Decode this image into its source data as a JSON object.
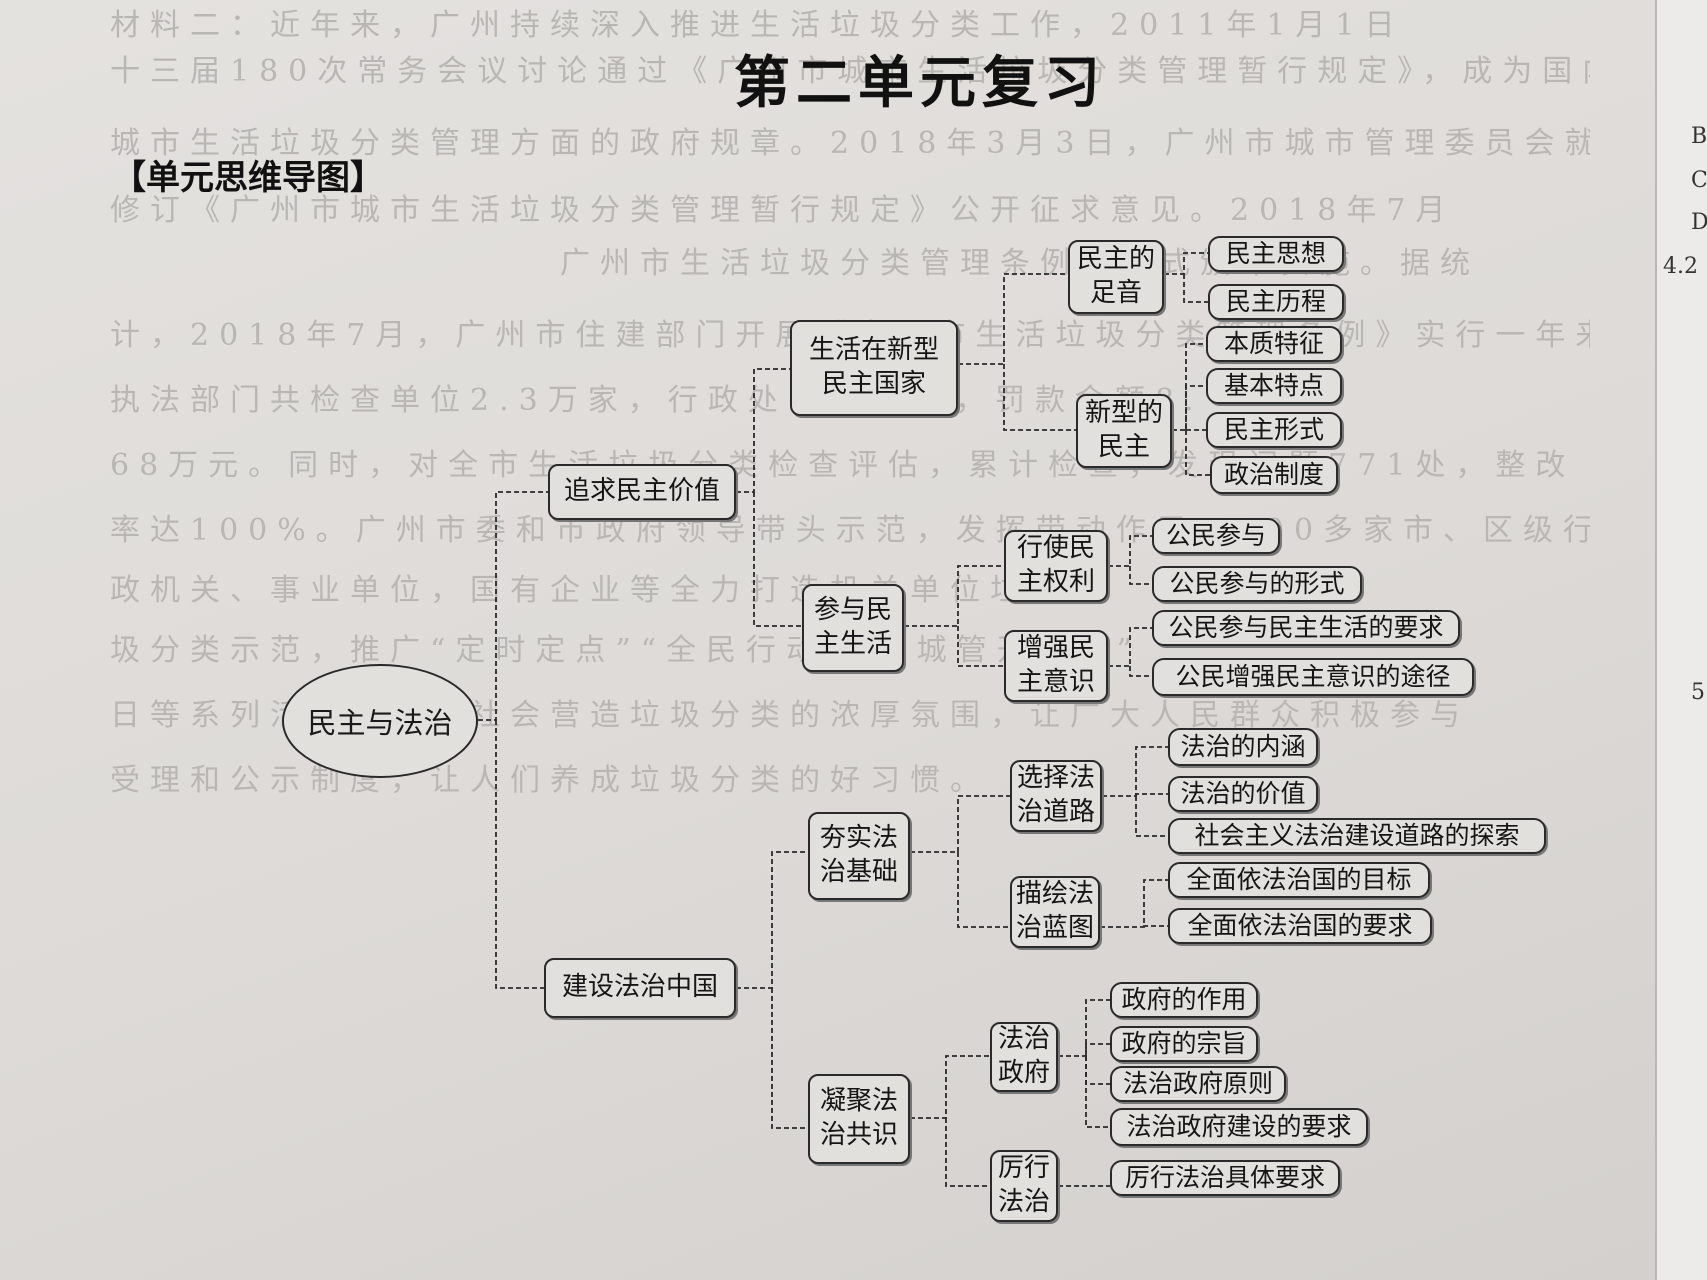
{
  "title": "第二单元复习",
  "section_heading": "【单元思维导图】",
  "background_text": [
    "材料二：近年来，广州持续深入推进生活垃圾分类工作，2011年1月1日",
    "十三届180次常务会议讨论通过《广州市城市生活垃圾分类管理暂行规定》，成为国内第一",
    "城市生活垃圾分类管理方面的政府规章。2018年3月3日，广州市城市管理委员会就",
    "修订《广州市城市生活垃圾分类管理暂行规定》公开征求意见。2018年7月",
    "广州市生活垃圾分类管理条例》正式颁布实施。据统",
    "计，2018年7月，广州市住建部门开展《广州市生活垃圾分类管理条例》实行一年来，广州市城管",
    "执法部门共检查单位2.3万家，行政处罚205宗，罚款金额8.",
    "68万元。同时，对全市生活垃圾分类检查评估，累计检查，发现问题771处，整改",
    "率达100%。广州市委和市政府领导带头示范，发挥带动作用，500多家市、区级行",
    "政机关、事业单位，国有企业等全力打造机关单位垃",
    "圾分类示范，推广“定时定点”“全民行动日”“城管开放日”",
    "日等系列活动，在全社会营造垃圾分类的浓厚氛围，让广大人民群众积极参与",
    "受理和公示制度，让人们养成垃圾分类的好习惯。"
  ],
  "edge_text": [
    "B",
    "C",
    "D",
    "4.2",
    "5"
  ],
  "mindmap": {
    "root": "民主与法治",
    "branch_1": {
      "label": "追求民主价值",
      "sub_1": {
        "label": "生活在新型\n民主国家",
        "group_1": {
          "label": "民主的\n足音",
          "leaves": [
            "民主思想",
            "民主历程"
          ]
        },
        "group_2": {
          "label": "新型的\n民主",
          "leaves": [
            "本质特征",
            "基本特点",
            "民主形式",
            "政治制度"
          ]
        }
      },
      "sub_2": {
        "label": "参与民\n主生活",
        "group_1": {
          "label": "行使民\n主权利",
          "leaves": [
            "公民参与",
            "公民参与的形式"
          ]
        },
        "group_2": {
          "label": "增强民\n主意识",
          "leaves": [
            "公民参与民主生活的要求",
            "公民增强民主意识的途径"
          ]
        }
      }
    },
    "branch_2": {
      "label": "建设法治中国",
      "sub_1": {
        "label": "夯实法\n治基础",
        "group_1": {
          "label": "选择法\n治道路",
          "leaves": [
            "法治的内涵",
            "法治的价值",
            "社会主义法治建设道路的探索"
          ]
        },
        "group_2": {
          "label": "描绘法\n治蓝图",
          "leaves": [
            "全面依法治国的目标",
            "全面依法治国的要求"
          ]
        }
      },
      "sub_2": {
        "label": "凝聚法\n治共识",
        "group_1": {
          "label": "法治\n政府",
          "leaves": [
            "政府的作用",
            "政府的宗旨",
            "法治政府原则",
            "法治政府建设的要求"
          ]
        },
        "group_2": {
          "label": "厉行\n法治",
          "leaves": [
            "厉行法治具体要求"
          ]
        }
      }
    }
  },
  "colors": {
    "ink": "#2a2a2a",
    "paper": "#e2e0dc",
    "ghost_text": "#b9b7b4"
  }
}
